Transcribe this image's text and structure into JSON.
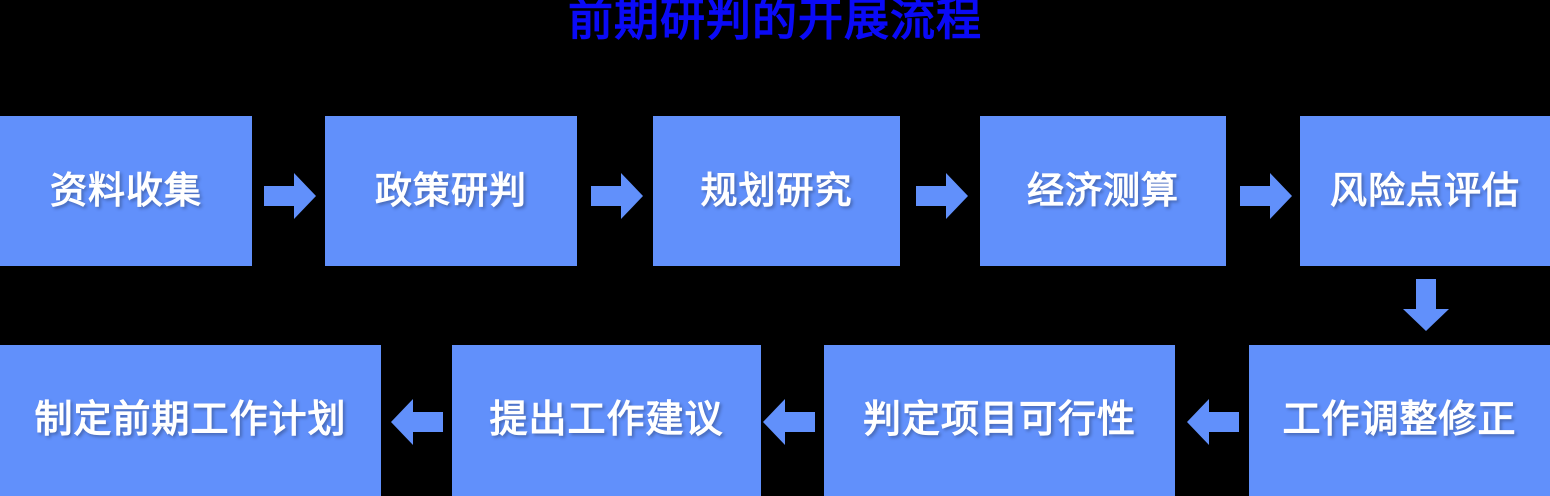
{
  "title": "前期研判的开展流程",
  "colors": {
    "background": "#000000",
    "title_text": "#0A0AF7",
    "node_fill": "#6190FB",
    "node_text": "#FFFFFF",
    "arrow_fill": "#6190FB"
  },
  "diagram": {
    "type": "flowchart",
    "direction": "serpentine-left-to-right-then-right-to-left",
    "row1": {
      "nodes": [
        {
          "id": "n1",
          "label": "资料收集"
        },
        {
          "id": "n2",
          "label": "政策研判"
        },
        {
          "id": "n3",
          "label": "规划研究"
        },
        {
          "id": "n4",
          "label": "经济测算"
        },
        {
          "id": "n5",
          "label": "风险点评估"
        }
      ],
      "connectors": [
        {
          "from": "n1",
          "to": "n2",
          "direction": "right"
        },
        {
          "from": "n2",
          "to": "n3",
          "direction": "right"
        },
        {
          "from": "n3",
          "to": "n4",
          "direction": "right"
        },
        {
          "from": "n4",
          "to": "n5",
          "direction": "right"
        }
      ]
    },
    "row_link": {
      "from": "n5",
      "to": "n6",
      "direction": "down"
    },
    "row2": {
      "nodes": [
        {
          "id": "n9",
          "label": "制定前期工作计划"
        },
        {
          "id": "n8",
          "label": "提出工作建议"
        },
        {
          "id": "n7",
          "label": "判定项目可行性"
        },
        {
          "id": "n6",
          "label": "工作调整修正"
        }
      ],
      "connectors": [
        {
          "from": "n6",
          "to": "n7",
          "direction": "left"
        },
        {
          "from": "n7",
          "to": "n8",
          "direction": "left"
        },
        {
          "from": "n8",
          "to": "n9",
          "direction": "left"
        }
      ]
    }
  }
}
